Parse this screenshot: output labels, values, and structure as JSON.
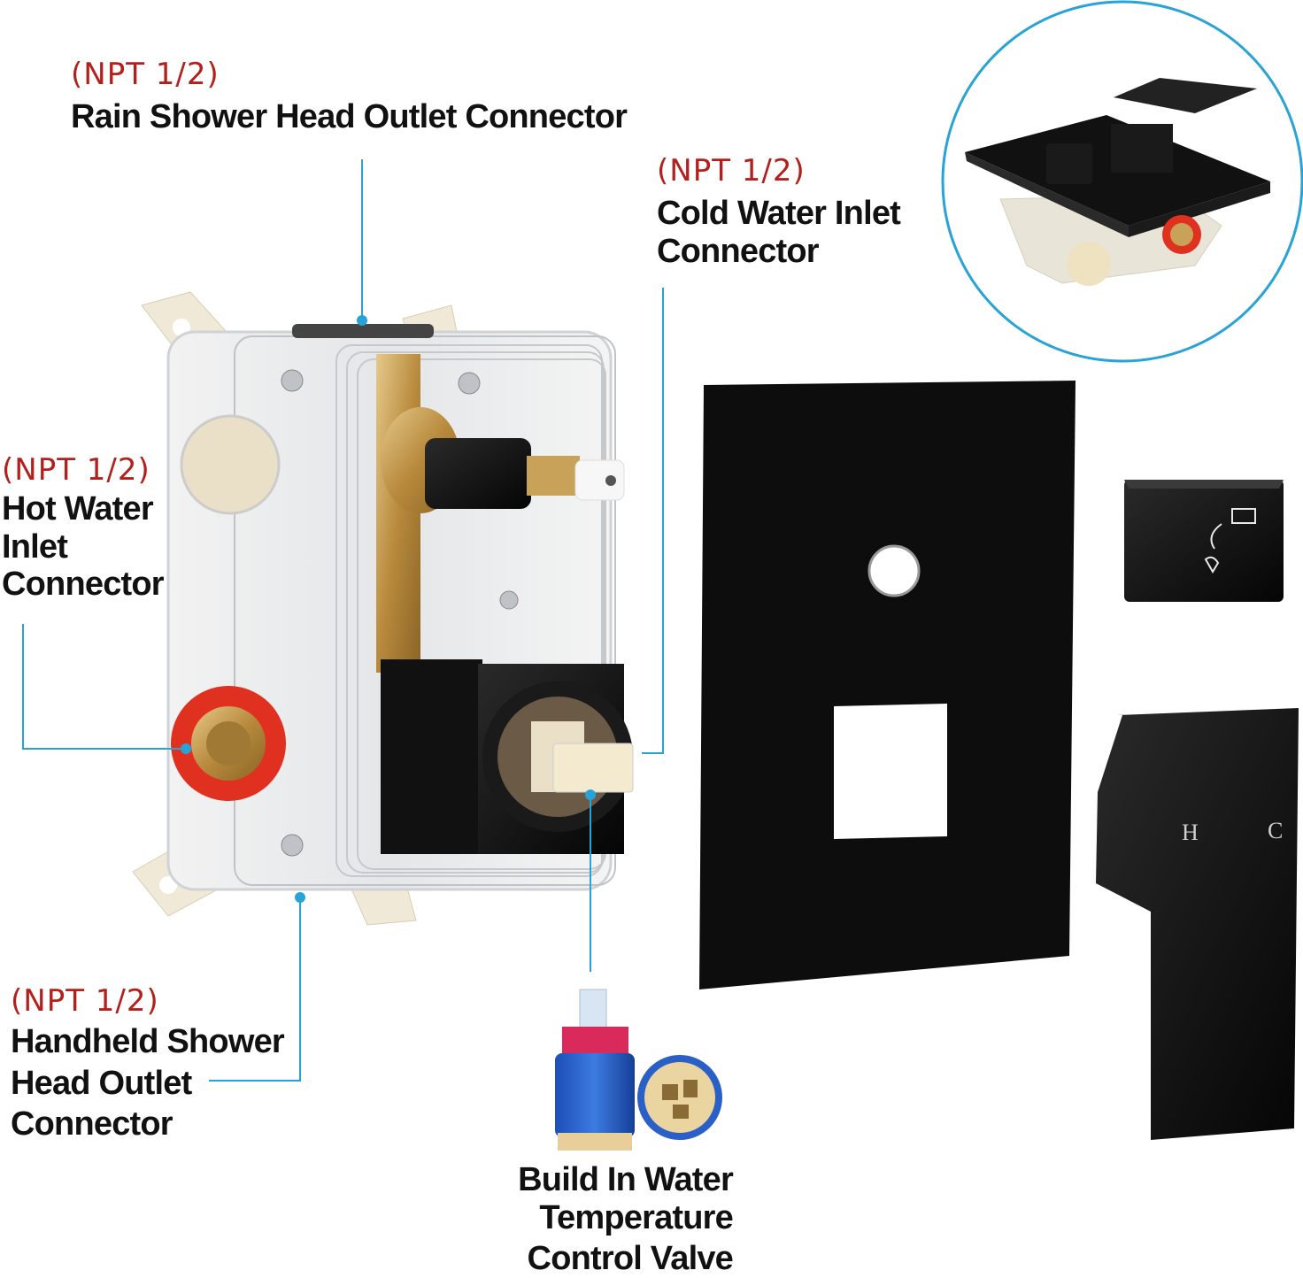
{
  "callouts": {
    "rain_outlet": {
      "spec": "(NPT 1/2)",
      "name": "Rain Shower Head Outlet Connector"
    },
    "cold_inlet": {
      "spec": "(NPT 1/2)",
      "name_line1": "Cold Water Inlet",
      "name_line2": "Connector"
    },
    "hot_inlet": {
      "spec": "(NPT 1/2)",
      "name_line1": "Hot Water",
      "name_line2": "Inlet",
      "name_line3": "Connector"
    },
    "handheld_outlet": {
      "spec": "(NPT 1/2)",
      "name_line1": "Handheld Shower",
      "name_line2": "Head Outlet",
      "name_line3": "Connector"
    },
    "valve": {
      "name_line1": "Build In Water Temperature",
      "name_line2": "Control Valve"
    }
  },
  "handle": {
    "hot_letter": "H",
    "cold_letter": "C"
  },
  "colors": {
    "spec_red": "#b3201c",
    "callout_blue": "#29a3d6",
    "matte_black": "#0d0d0d",
    "brass": "#c9a25a"
  }
}
